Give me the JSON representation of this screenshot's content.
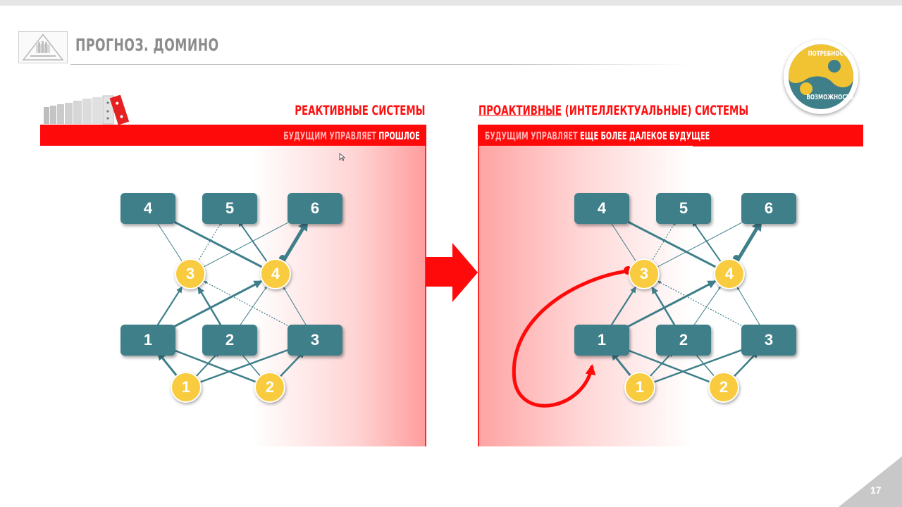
{
  "slide": {
    "title": "ПРОГНОЗ. ДОМИНО",
    "page_number": "17"
  },
  "badge": {
    "top_label": "ПОТРЕБНОСТЬ",
    "bottom_label": "ВОЗМОЖНОСТЬ"
  },
  "left_panel": {
    "heading": "РЕАКТИВНЫЕ СИСТЕМЫ",
    "bar_muted": "БУДУЩИМ УПРАВЛЯЕТ",
    "bar_strong": "ПРОШЛОЕ",
    "nodes": {
      "top": [
        "4",
        "5",
        "6"
      ],
      "upper_circles": [
        "3",
        "4"
      ],
      "middle": [
        "1",
        "2",
        "3"
      ],
      "bottom_circles": [
        "1",
        "2"
      ]
    }
  },
  "right_panel": {
    "heading_strong": "ПРОАКТИВНЫЕ",
    "heading_rest": " (ИНТЕЛЛЕКТУАЛЬНЫЕ) СИСТЕМЫ",
    "bar_muted": "БУДУЩИМ УПРАВЛЯЕТ",
    "bar_strong": "ЕЩЕ БОЛЕЕ ДАЛЕКОЕ БУДУЩЕЕ",
    "nodes": {
      "top": [
        "4",
        "5",
        "6"
      ],
      "upper_circles": [
        "3",
        "4"
      ],
      "middle": [
        "1",
        "2",
        "3"
      ],
      "bottom_circles": [
        "1",
        "2"
      ]
    }
  },
  "colors": {
    "accent_red": "#ff0a0a",
    "node_teal": "#3e7f8a",
    "node_yellow": "#f8cc3e",
    "badge_yellow": "#f1c232",
    "badge_teal": "#3e7f8a"
  }
}
